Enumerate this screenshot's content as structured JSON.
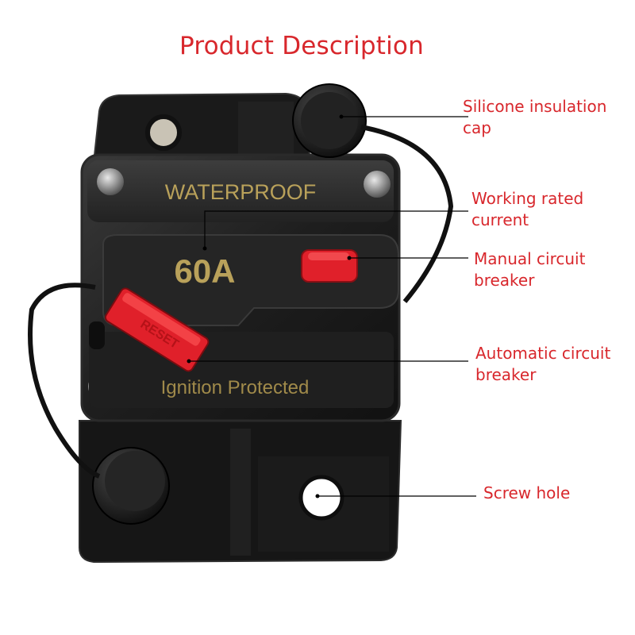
{
  "title": "Product Description",
  "product": {
    "top_label": "WATERPROOF",
    "rating": "60A",
    "button_text": "RESET",
    "bottom_label": "Ignition Protected"
  },
  "callouts": [
    {
      "id": "silicone-cap",
      "line1": "Silicone insulation",
      "line2": "cap"
    },
    {
      "id": "rated-current",
      "line1": "Working rated",
      "line2": "current"
    },
    {
      "id": "manual-breaker",
      "line1": "Manual circuit",
      "line2": "breaker"
    },
    {
      "id": "auto-breaker",
      "line1": "Automatic circuit",
      "line2": "breaker"
    },
    {
      "id": "screw-hole",
      "line1": "Screw hole",
      "line2": ""
    }
  ],
  "colors": {
    "accent": "#d8272c",
    "body": "#1c1c1c",
    "label_gold": "#b9a15a",
    "reset_red": "#e0202a"
  }
}
